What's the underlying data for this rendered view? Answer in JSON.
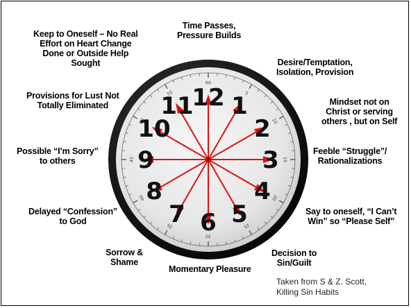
{
  "labels": {
    "time_passes": [
      "Time Passes,",
      "Pressure Builds"
    ],
    "keep_to_oneself": [
      "Keep to Oneself – No Real",
      "Effort on Heart Change",
      "Done or  Outside Help",
      "Sought"
    ],
    "desire": [
      "Desire/Temptation,",
      "Isolation, Provision"
    ],
    "provisions": [
      "Provisions for Lust Not",
      "Totally Eliminated"
    ],
    "mindset": [
      "Mindset not on",
      "Christ or  serving",
      "others , but on Self"
    ],
    "feeble": [
      "Feeble “Struggle”/",
      "Rationalizations"
    ],
    "sorry": [
      "Possible “I’m Sorry”",
      "to others"
    ],
    "cant_win": [
      "Say to oneself, “I Can’t",
      "Win” so  “Please Self”"
    ],
    "confession": [
      "Delayed “Confession”",
      "to God"
    ],
    "sorrow": [
      "Sorrow &",
      "Shame"
    ],
    "momentary": [
      "Momentary Pleasure"
    ],
    "decision": [
      "Decision to",
      "Sin/Guilt"
    ]
  },
  "credit": [
    "Taken from S & Z. Scott,",
    "Killing Sin Habits"
  ],
  "clock": {
    "hour_numerals": [
      "12",
      "1",
      "2",
      "3",
      "4",
      "5",
      "6",
      "7",
      "8",
      "9",
      "10",
      "11"
    ],
    "minute_markers": [
      "60",
      "5",
      "10",
      "15",
      "20",
      "25",
      "30",
      "35",
      "40",
      "45",
      "50",
      "55"
    ],
    "arrow_color": "#dd1111",
    "bezel_color": "#111111",
    "face_color": "#e9e9e9"
  }
}
